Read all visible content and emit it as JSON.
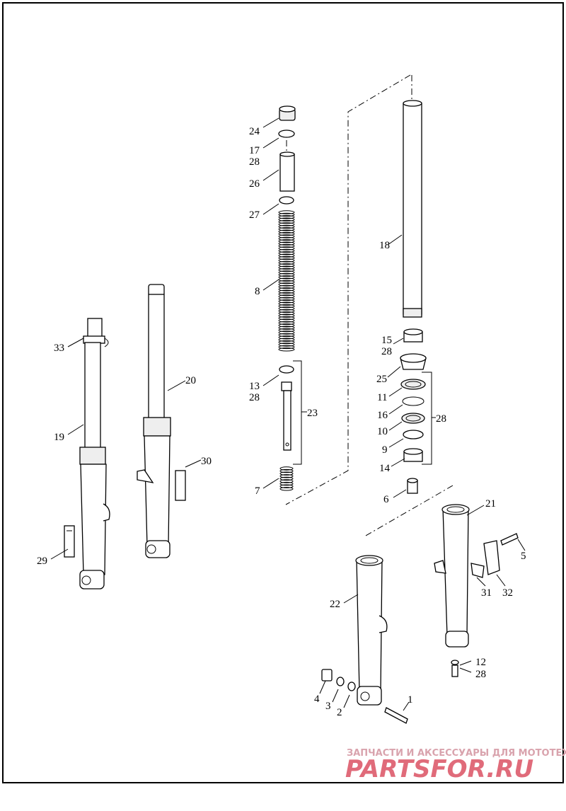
{
  "labels": {
    "l1": "1",
    "l2": "2",
    "l3": "3",
    "l4": "4",
    "l5": "5",
    "l6": "6",
    "l7": "7",
    "l8": "8",
    "l9": "9",
    "l10": "10",
    "l11": "11",
    "l12": "12",
    "l13": "13",
    "l14": "14",
    "l15": "15",
    "l16": "16",
    "l17": "17",
    "l18": "18",
    "l19": "19",
    "l20": "20",
    "l21": "21",
    "l22": "22",
    "l23": "23",
    "l24": "24",
    "l25": "25",
    "l26": "26",
    "l27": "27",
    "l28": "28",
    "l29": "29",
    "l30": "30",
    "l31": "31",
    "l32": "32",
    "l33": "33"
  },
  "watermark": {
    "tagline": "ЗАПЧАСТИ И АКСЕССУАРЫ ДЛЯ МОТОТЕХНИКИ",
    "brand": "PARTSFOR.RU"
  },
  "colors": {
    "watermark": "#e06b7a",
    "line": "#000000"
  }
}
